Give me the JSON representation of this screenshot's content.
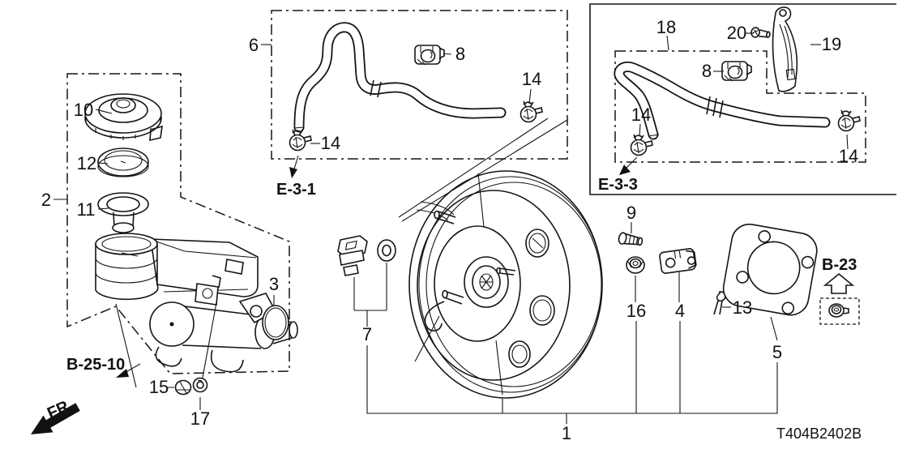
{
  "diagram_code": "T404B2402B",
  "direction_label": "FR.",
  "callouts": {
    "c1": "1",
    "c2": "2",
    "c3": "3",
    "c4": "4",
    "c5": "5",
    "c6": "6",
    "c7": "7",
    "c8_a": "8",
    "c8_b": "8",
    "c9": "9",
    "c10": "10",
    "c11": "11",
    "c12": "12",
    "c13": "13",
    "c14_a": "14",
    "c14_b": "14",
    "c14_c": "14",
    "c14_d": "14",
    "c15": "15",
    "c16": "16",
    "c17": "17",
    "c18": "18",
    "c19": "19",
    "c20": "20"
  },
  "references": {
    "e31": "E-3-1",
    "e33": "E-3-3",
    "b2510": "B-25-10",
    "b23": "B-23"
  }
}
